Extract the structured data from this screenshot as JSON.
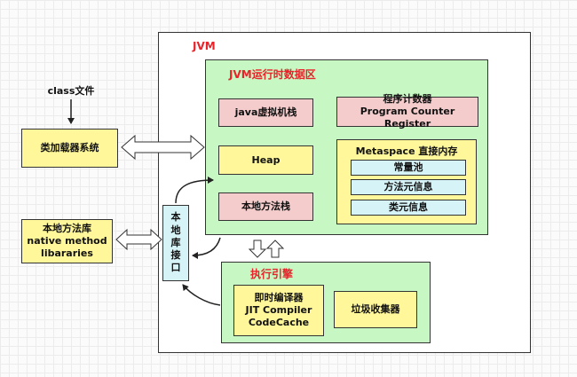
{
  "class_file": "class文件",
  "class_loader": "类加载器系统",
  "native_lib": {
    "line1": "本地方法库",
    "line2": "native method",
    "line3": "libararies"
  },
  "jvm_label": "JVM",
  "runtime_area": {
    "title": "JVM运行时数据区",
    "java_stack": "java虚拟机栈",
    "pc_register": {
      "line1": "程序计数器",
      "line2": "Program Counter Register"
    },
    "heap": "Heap",
    "native_stack": "本地方法栈",
    "metaspace": {
      "title": "Metaspace 直接内存",
      "items": [
        "常量池",
        "方法元信息",
        "类元信息"
      ]
    }
  },
  "native_interface": [
    "本",
    "地",
    "库",
    "接",
    "口"
  ],
  "exec_engine": {
    "title": "执行引擎",
    "jit": {
      "line1": "即时编译器",
      "line2": "JIT Compiler",
      "line3": "CodeCache"
    },
    "gc": "垃圾收集器"
  },
  "colors": {
    "green": "#c7f7c2",
    "pink": "#f4cccc",
    "yellow": "#fff79a",
    "light_blue": "#d6f3f7",
    "title_red": "#e8232a"
  }
}
